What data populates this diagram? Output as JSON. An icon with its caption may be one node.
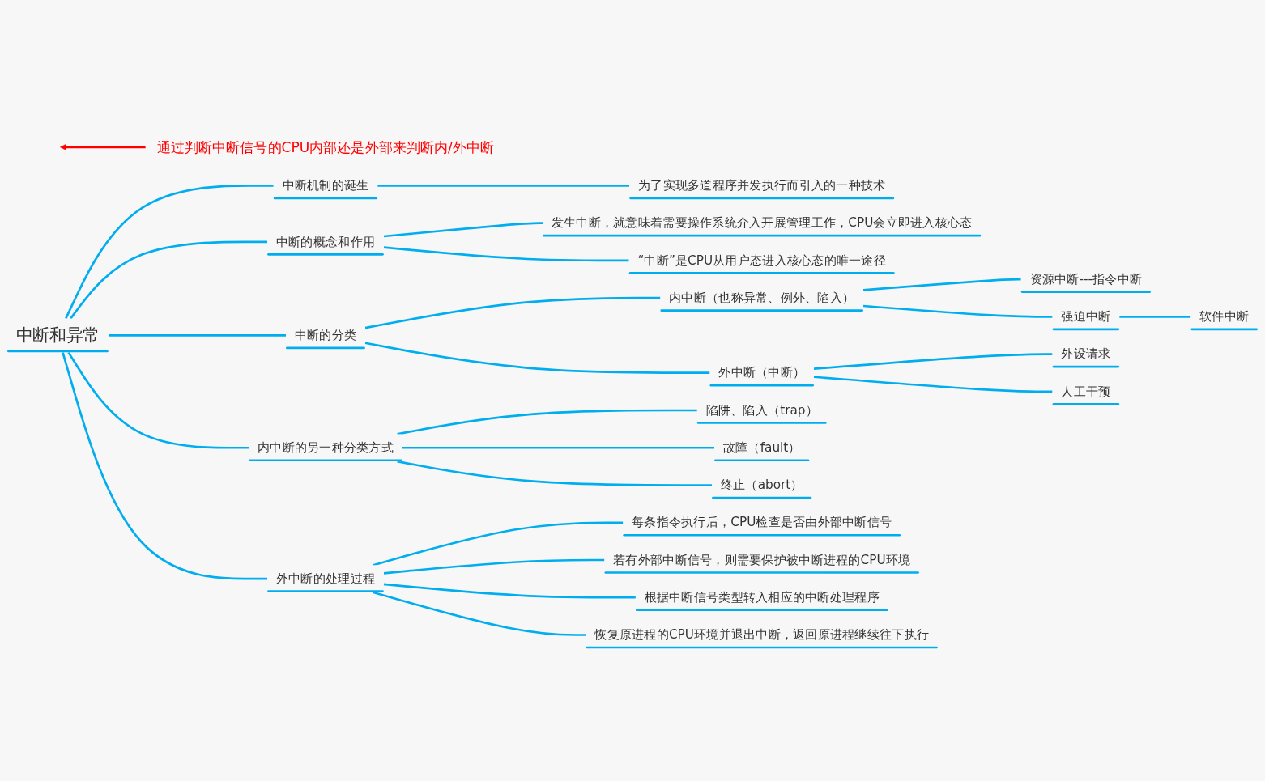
{
  "diagram": {
    "nodes": [
      {
        "text": [
          "中断和异常"
        ]
      },
      {
        "text": [
          "中断机制的诞生"
        ]
      },
      {
        "text": [
          "为了实现多道程序并发执行而引入的一种技术"
        ]
      },
      {
        "text": [
          "中断的概念和作用"
        ]
      },
      {
        "text": [
          "发生中断，就意味着需要操作系统介入开展管理工作，CPU会立即进入核心态"
        ]
      },
      {
        "text": [
          "“中断”是CPU从用户态进入核心态的唯一途径"
        ]
      },
      {
        "text": [
          "中断的分类"
        ]
      },
      {
        "text": [
          "内中断（也称异常、例外、陷入）"
        ]
      },
      {
        "text": [
          "资源中断---指令中断"
        ]
      },
      {
        "text": [
          "强迫中断"
        ]
      },
      {
        "text": [
          "软件中断"
        ]
      },
      {
        "text": [
          "外中断（中断）"
        ]
      },
      {
        "text": [
          "外设请求"
        ]
      },
      {
        "text": [
          "人工干预"
        ]
      },
      {
        "text": [
          "内中断的另一种分类方式"
        ]
      },
      {
        "text": [
          "陷阱、陷入（trap）"
        ]
      },
      {
        "text": [
          "故障（fault）"
        ]
      },
      {
        "text": [
          "终止（abort）"
        ]
      },
      {
        "text": [
          "外中断的处理过程"
        ]
      },
      {
        "text": [
          "每条指令执行后，CPU检查是否由外部中断信号"
        ]
      },
      {
        "text": [
          "若有外部中断信号，则需要保护被中断进程的CPU环境"
        ]
      },
      {
        "text": [
          "根据中断信号类型转入相应的中断处理程序"
        ]
      },
      {
        "text": [
          "恢复原进程的CPU环境并退出中断，返回原进程继续往下执行"
        ]
      },
      {
        "text": [
          "通过判断中断信号的CPU内部还是外部来判断内/外中断"
        ]
      }
    ],
    "edges": [
      {
        "from": 0,
        "to": 1,
        "arrow": "none"
      },
      {
        "from": 1,
        "to": 2,
        "arrow": "none"
      },
      {
        "from": 0,
        "to": 3,
        "arrow": "none"
      },
      {
        "from": 3,
        "to": 4,
        "arrow": "none"
      },
      {
        "from": 3,
        "to": 5,
        "arrow": "none"
      },
      {
        "from": 0,
        "to": 6,
        "arrow": "none"
      },
      {
        "from": 6,
        "to": 7,
        "arrow": "none"
      },
      {
        "from": 7,
        "to": 8,
        "arrow": "none"
      },
      {
        "from": 7,
        "to": 9,
        "arrow": "none"
      },
      {
        "from": 9,
        "to": 10,
        "arrow": "none"
      },
      {
        "from": 6,
        "to": 11,
        "arrow": "none"
      },
      {
        "from": 11,
        "to": 12,
        "arrow": "none"
      },
      {
        "from": 11,
        "to": 13,
        "arrow": "none"
      },
      {
        "from": 0,
        "to": 14,
        "arrow": "none"
      },
      {
        "from": 14,
        "to": 15,
        "arrow": "none"
      },
      {
        "from": 14,
        "to": 16,
        "arrow": "none"
      },
      {
        "from": 14,
        "to": 17,
        "arrow": "none"
      },
      {
        "from": 0,
        "to": 18,
        "arrow": "none"
      },
      {
        "from": 18,
        "to": 19,
        "arrow": "none"
      },
      {
        "from": 18,
        "to": 20,
        "arrow": "none"
      },
      {
        "from": 18,
        "to": 21,
        "arrow": "none"
      },
      {
        "from": 18,
        "to": 22,
        "arrow": "none"
      },
      {
        "from": 23,
        "to": null,
        "arrow": "to",
        "color": "#ff0000"
      }
    ]
  }
}
